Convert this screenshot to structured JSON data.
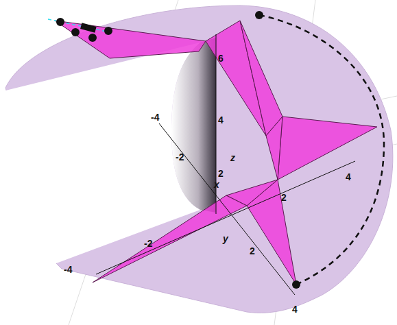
{
  "diagram": {
    "labels": [
      "6",
      "4",
      "-4",
      "-2",
      "z",
      "2",
      "x",
      "4",
      "2",
      "-2",
      "y",
      "2",
      "-4",
      "4"
    ]
  }
}
